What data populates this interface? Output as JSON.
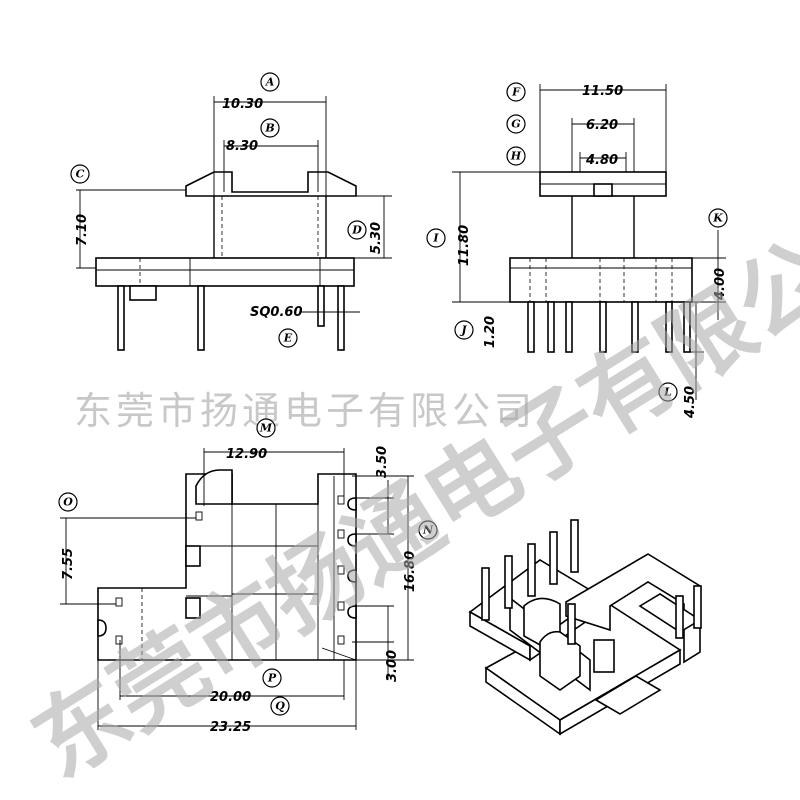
{
  "watermark": {
    "line_text": "东莞市扬通电子有限公司",
    "diagonal_text": "东莞市扬通电子有限公司"
  },
  "labels": {
    "A": "A",
    "B": "B",
    "C": "C",
    "D": "D",
    "E": "E",
    "F": "F",
    "G": "G",
    "H": "H",
    "I": "I",
    "J": "J",
    "K": "K",
    "L": "L",
    "M": "M",
    "N": "N",
    "O": "O",
    "P": "P",
    "Q": "Q"
  },
  "dimensions": {
    "A": "10.30",
    "B": "8.30",
    "C": "7.10",
    "D": "5.30",
    "E": "SQ0.60",
    "F": "11.50",
    "G": "6.20",
    "H": "4.80",
    "I": "11.80",
    "J": "1.20",
    "K": "4.00",
    "L": "4.50",
    "M": "12.90",
    "M2": "3.50",
    "N": "16.80",
    "O": "7.55",
    "P": "20.00",
    "Q": "23.25",
    "R": "3.00"
  }
}
